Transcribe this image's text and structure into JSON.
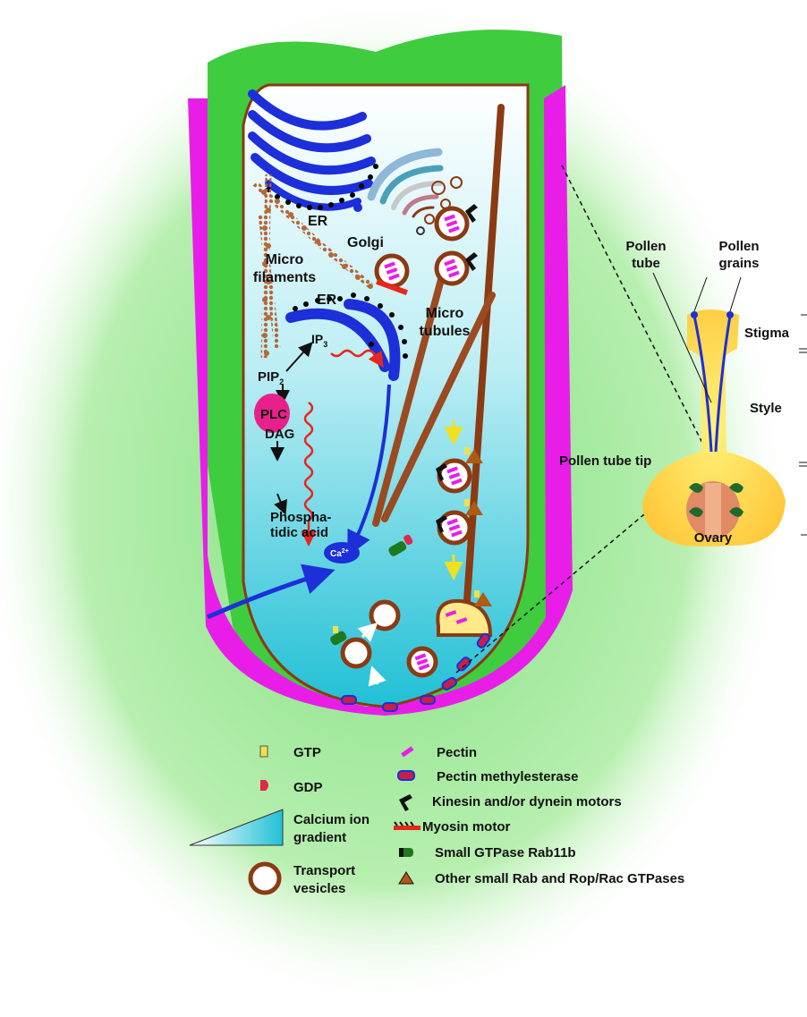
{
  "organelles": {
    "er_top": "ER",
    "er_mid": "ER",
    "golgi": "Golgi",
    "microfilaments_1": "Micro",
    "microfilaments_2": "filaments",
    "microtubules_1": "Micro",
    "microtubules_2": "tubules"
  },
  "signaling": {
    "ip3": "IP",
    "ip3_sub": "3",
    "pip2": "PIP",
    "pip2_sub": "2",
    "plc": "PLC",
    "dag": "DAG",
    "pa_1": "Phospha-",
    "pa_2": "tidic acid",
    "ca": "Ca",
    "ca_sup": "2+"
  },
  "flower": {
    "pollen_tube_1": "Pollen",
    "pollen_tube_2": "tube",
    "pollen_grains_1": "Pollen",
    "pollen_grains_2": "grains",
    "stigma": "Stigma",
    "style": "Style",
    "ovary": "Ovary",
    "tip_label": "Pollen tube tip"
  },
  "legend": {
    "gtp": "GTP",
    "gdp": "GDP",
    "calcium_1": "Calcium ion",
    "calcium_2": "gradient",
    "vesicles_1": "Transport",
    "vesicles_2": "vesicles",
    "pectin": "Pectin",
    "pme": "Pectin methylesterase",
    "kinesin": "Kinesin and/or dynein motors",
    "myosin": "Myosin motor",
    "rab11b": "Small GTPase Rab11b",
    "other_gtpases": "Other small Rab and Rop/Rac GTPases"
  },
  "colors": {
    "cell_wall": "#3fcc3f",
    "membrane": "#e81ee8",
    "cytoplasm_top": "#ffffff",
    "cytoplasm_bottom": "#2ec4d8",
    "er": "#1c2fd8",
    "cytoskeleton": "#8b3a12",
    "signal_arrow": "#e8261c",
    "flower": "#ffd24a"
  }
}
